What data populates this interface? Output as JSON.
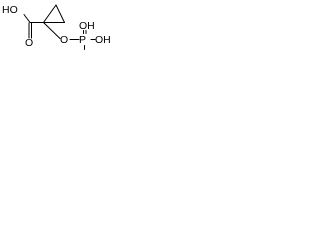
{
  "structure": {
    "labels": {
      "ho_carboxyl": "HO",
      "o_carbonyl": "O",
      "o_ether": "O",
      "p": "P",
      "oh_upper": "OH",
      "oh_lower": "OH"
    }
  }
}
